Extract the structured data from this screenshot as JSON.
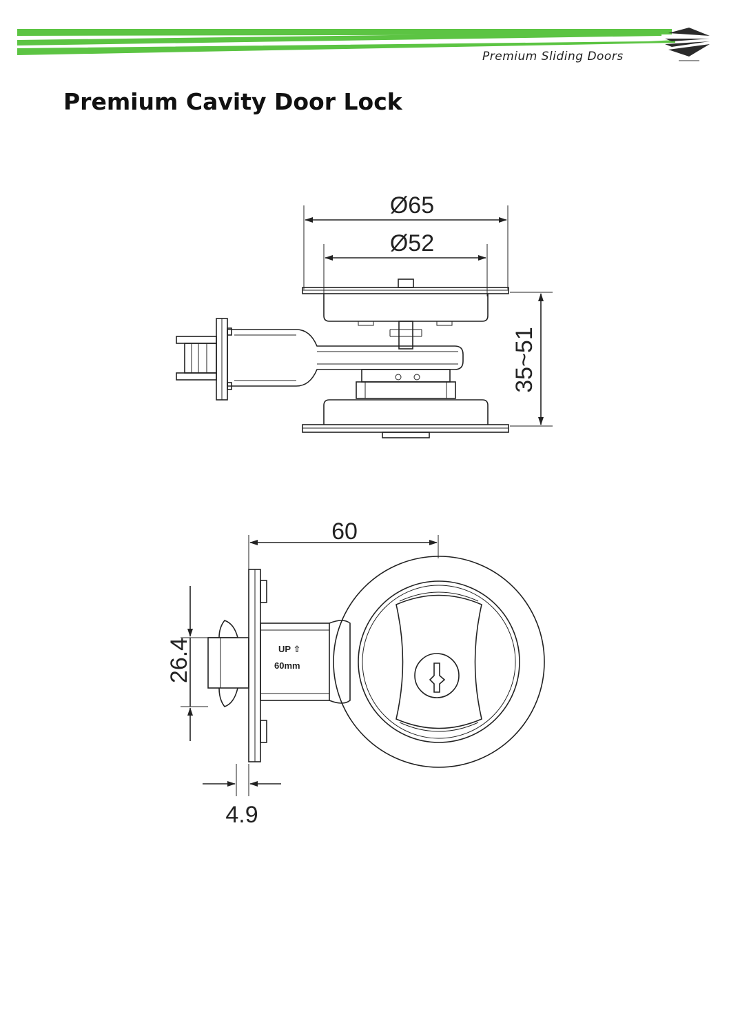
{
  "header": {
    "brand": "Premium Sliding Doors",
    "colors": {
      "stripe": "#5cc443",
      "logo": "#2b2b2b"
    }
  },
  "title": "Premium Cavity Door Lock",
  "top_view": {
    "dim_outer": "Ø65",
    "dim_inner": "Ø52",
    "dim_height": "35~51"
  },
  "front_view": {
    "dim_width": "60",
    "dim_latch": "26.4",
    "dim_plate": "4.9",
    "label_up": "UP",
    "label_backset": "60mm"
  }
}
